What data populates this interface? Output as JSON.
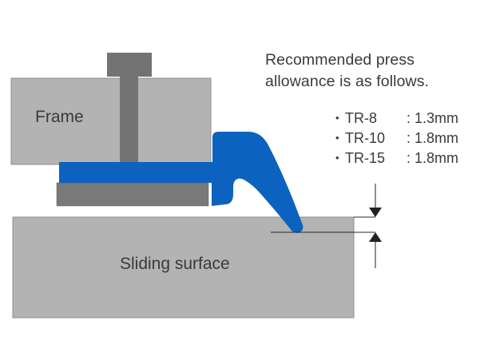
{
  "labels": {
    "frame": "Frame",
    "sliding_surface": "Sliding surface"
  },
  "note": {
    "line1": "Recommended press",
    "line2": "allowance is as follows."
  },
  "specs": [
    {
      "bullet": "•",
      "model": "TR-8",
      "separator": " : ",
      "value": "1.3mm"
    },
    {
      "bullet": "•",
      "model": "TR-10",
      "separator": " : ",
      "value": "1.8mm"
    },
    {
      "bullet": "•",
      "model": "TR-15",
      "separator": " : ",
      "value": "1.8mm"
    }
  ],
  "colors": {
    "frame_fill": "#b3b3b3",
    "frame_stroke": "#8f8f8f",
    "bolt": "#737373",
    "seal_blue": "#0b63bf",
    "gray_strip": "#797979",
    "sliding_fill": "#b3b3b3",
    "arrow": "#222222",
    "text": "#3a3a3a"
  }
}
